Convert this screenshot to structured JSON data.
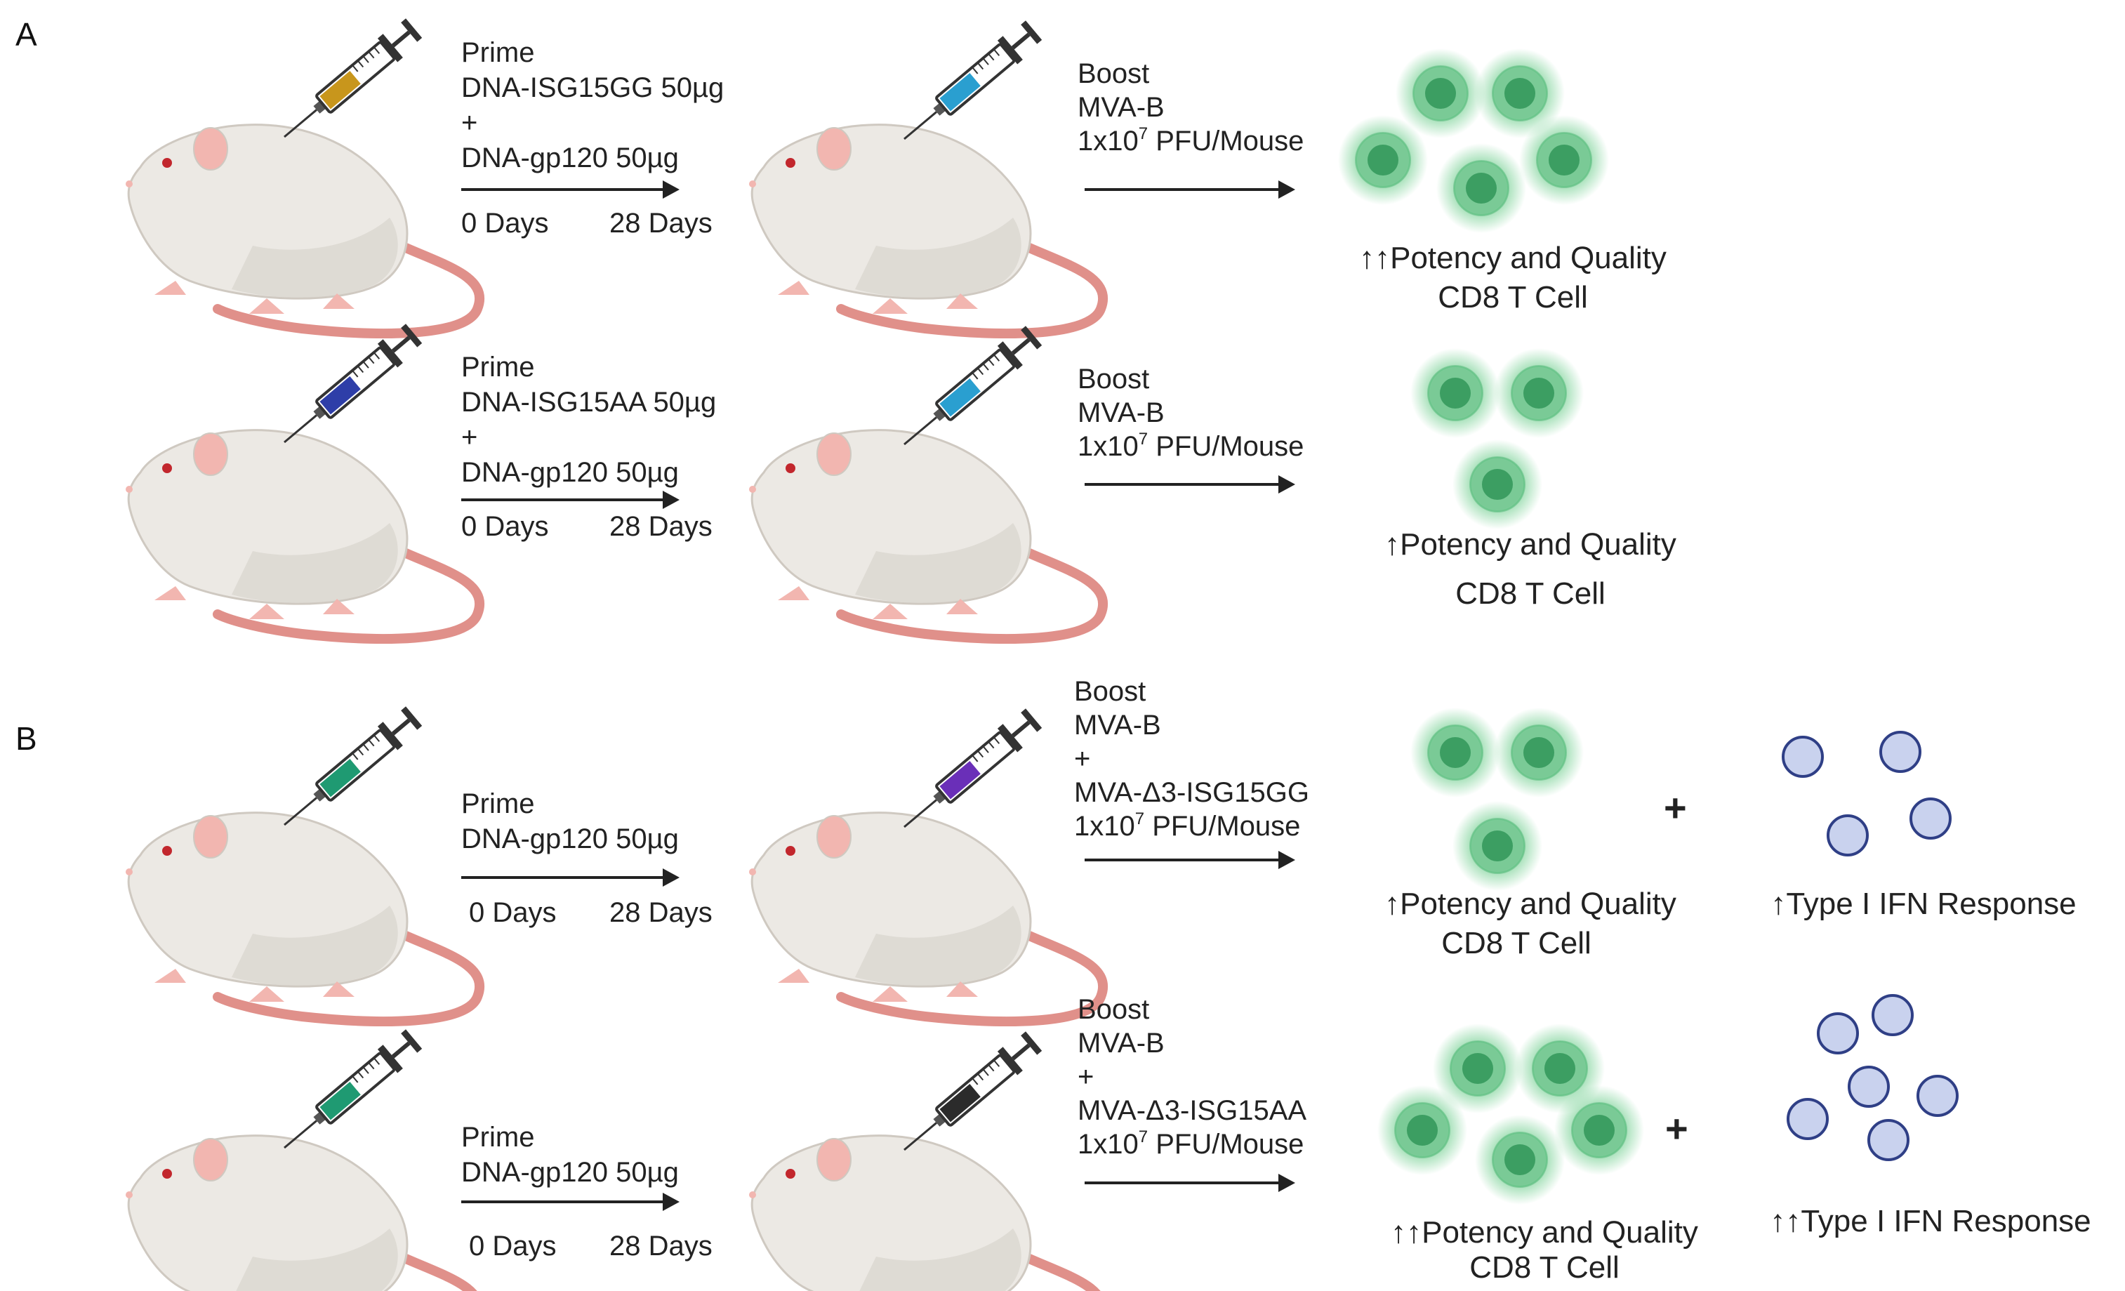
{
  "panels": [
    {
      "letter": "A",
      "rows": [
        {
          "prime": [
            "Prime",
            "DNA-ISG15GG 50µg",
            "+",
            "DNA-gp120 50µg"
          ],
          "prime_color": "#c8961c",
          "day_start": "0 Days",
          "day_end": "28 Days",
          "boost": [
            "Boost",
            "MVA-B"
          ],
          "dose": {
            "base": "1x10",
            "exp": "7",
            "unit": " PFU/Mouse"
          },
          "boost_color": "#2a9fd0",
          "cd8_cells": 5,
          "outcome": [
            "↑↑Potency and Quality",
            "CD8 T Cell"
          ]
        },
        {
          "prime": [
            "Prime",
            "DNA-ISG15AA 50µg",
            "+",
            "DNA-gp120 50µg"
          ],
          "prime_color": "#2e3ea8",
          "day_start": "0 Days",
          "day_end": "28 Days",
          "boost": [
            "Boost",
            "MVA-B"
          ],
          "dose": {
            "base": "1x10",
            "exp": "7",
            "unit": " PFU/Mouse"
          },
          "boost_color": "#2a9fd0",
          "cd8_cells": 3,
          "outcome": [
            "↑Potency and Quality",
            "CD8 T Cell"
          ]
        }
      ]
    },
    {
      "letter": "B",
      "rows": [
        {
          "prime": [
            "Prime",
            "DNA-gp120 50µg"
          ],
          "prime_color": "#1f9a72",
          "day_start": "0 Days",
          "day_end": "28 Days",
          "boost": [
            "Boost",
            "MVA-B",
            "+",
            "MVA-Δ3-ISG15GG"
          ],
          "dose": {
            "base": "1x10",
            "exp": "7",
            "unit": " PFU/Mouse"
          },
          "boost_color": "#6a2fb8",
          "cd8_cells": 3,
          "outcome": [
            "↑Potency and Quality",
            "CD8 T Cell"
          ],
          "plus": "+",
          "ifn_cells": 4,
          "ifn_label": "↑Type I IFN Response"
        },
        {
          "prime": [
            "Prime",
            "DNA-gp120 50µg"
          ],
          "prime_color": "#1f9a72",
          "day_start": "0 Days",
          "day_end": "28 Days",
          "boost": [
            "Boost",
            "MVA-B",
            "+",
            "MVA-Δ3-ISG15AA"
          ],
          "dose": {
            "base": "1x10",
            "exp": "7",
            "unit": " PFU/Mouse"
          },
          "boost_color": "#2b2b2b",
          "cd8_cells": 5,
          "outcome": [
            "↑↑Potency and Quality",
            "CD8 T Cell"
          ],
          "plus": "+",
          "ifn_cells": 6,
          "ifn_label": "↑↑Type I IFN Response"
        }
      ]
    }
  ],
  "colors": {
    "mouse_body": "#ece9e4",
    "mouse_shade": "#d9d4cd",
    "mouse_tail": "#e0908a",
    "mouse_ear": "#f2b6b0",
    "mouse_eye": "#c2272d",
    "cd8_glow": "#7fd39a",
    "cd8_fill": "#5bb97e",
    "cd8_nucleus": "#3c9e62",
    "ifn_fill": "#c9d2ee",
    "ifn_stroke": "#2f3f86",
    "arrow": "#222222"
  }
}
